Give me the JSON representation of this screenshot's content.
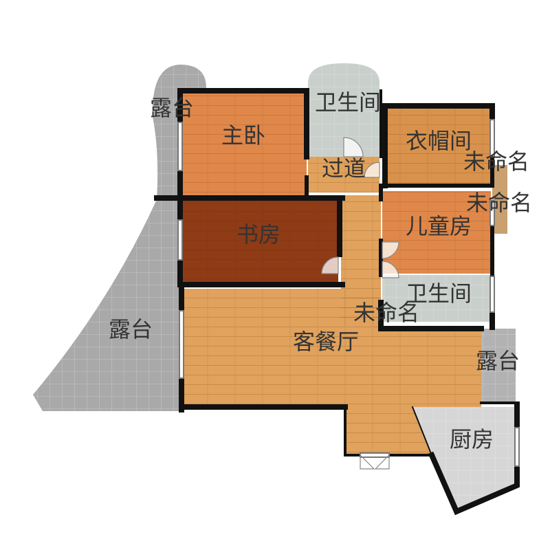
{
  "plan": {
    "rooms": [
      {
        "key": "terrace_top_left",
        "label": "露台",
        "fill": "#a9a9a9"
      },
      {
        "key": "master_bedroom",
        "label": "主卧",
        "fill": "#e0884a"
      },
      {
        "key": "bathroom_top",
        "label": "卫生间",
        "fill": "#c9d0cc"
      },
      {
        "key": "cloakroom",
        "label": "衣帽间",
        "fill": "#d9924c"
      },
      {
        "key": "unnamed_right_1",
        "label": "未命名",
        "fill": "#c9a070"
      },
      {
        "key": "corridor",
        "label": "过道",
        "fill": "#e0a25c"
      },
      {
        "key": "unnamed_right_2",
        "label": "未命名",
        "fill": "#c9a070"
      },
      {
        "key": "study",
        "label": "书房",
        "fill": "#8e3b16"
      },
      {
        "key": "kids_room",
        "label": "儿童房",
        "fill": "#e0884a"
      },
      {
        "key": "bathroom_mid",
        "label": "卫生间",
        "fill": "#c9d0cc"
      },
      {
        "key": "unnamed_mid",
        "label": "未命名",
        "fill": "#e0a25c"
      },
      {
        "key": "terrace_left",
        "label": "露台",
        "fill": "#a9a9a9"
      },
      {
        "key": "living_dining",
        "label": "客餐厅",
        "fill": "#e0a25c"
      },
      {
        "key": "terrace_right",
        "label": "露台",
        "fill": "#b2b2b2"
      },
      {
        "key": "kitchen",
        "label": "厨房",
        "fill": "#d6d6d6"
      }
    ],
    "wall_color": "#111111",
    "window_color": "#ffffff"
  }
}
